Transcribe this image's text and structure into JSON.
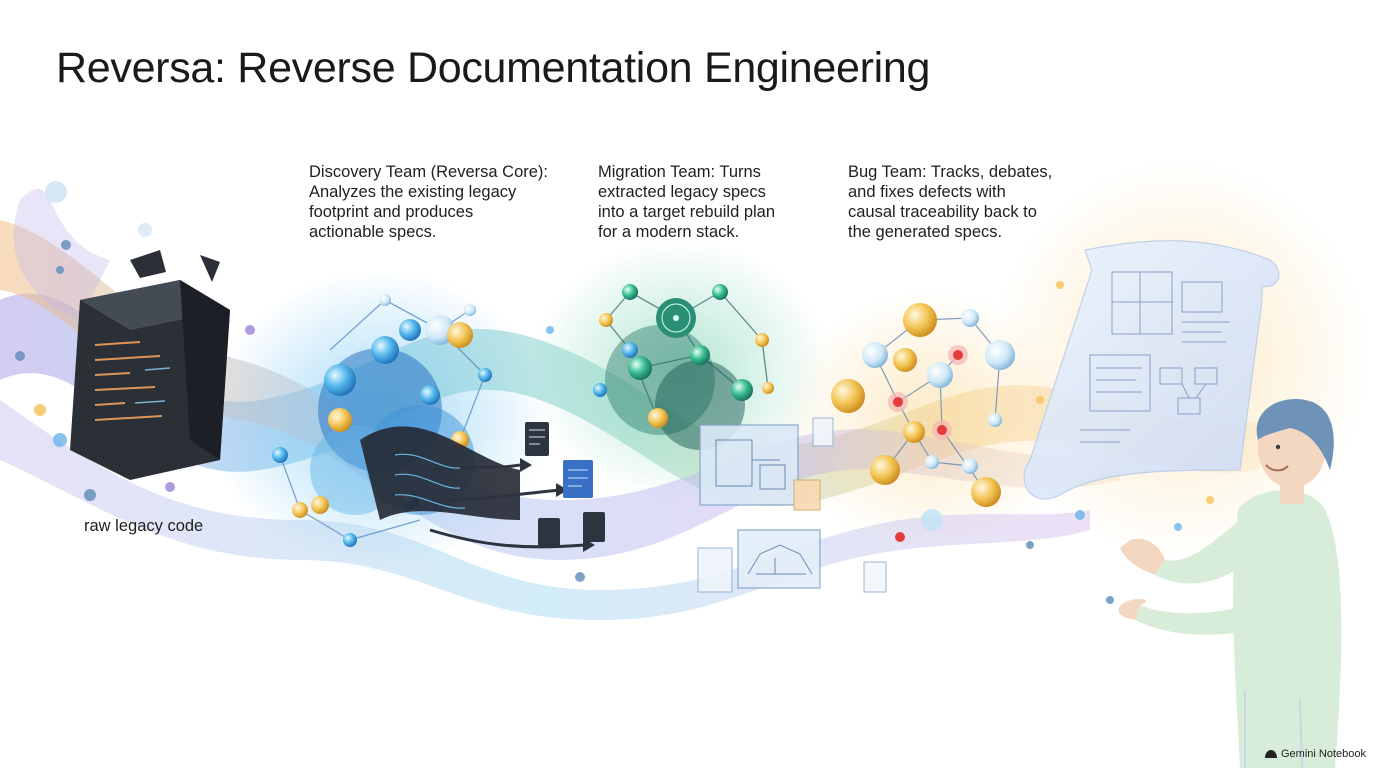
{
  "title": "Reversa: Reverse Documentation Engineering",
  "captions": {
    "legacy": "raw legacy code",
    "discovery": "Discovery Team (Reversa Core):\nAnalyzes the existing legacy\nfootprint and produces\nactionable specs.",
    "migration": "Migration Team: Turns\nextracted legacy specs\ninto a target rebuild plan\nfor a modern stack.",
    "bug": "Bug Team: Tracks, debates,\nand fixes defects with\ncausal traceability back to\nthe generated specs."
  },
  "branding": {
    "label": "Gemini Notebook",
    "icon": "gemini-notebook-icon"
  },
  "colors": {
    "text": "#1c1c1c",
    "discovery_accent": "#3fa7e0",
    "migration_accent": "#2fa88a",
    "bug_accent": "#e34b4b",
    "gold": "#f2b94a",
    "purple": "#9b83d6"
  }
}
